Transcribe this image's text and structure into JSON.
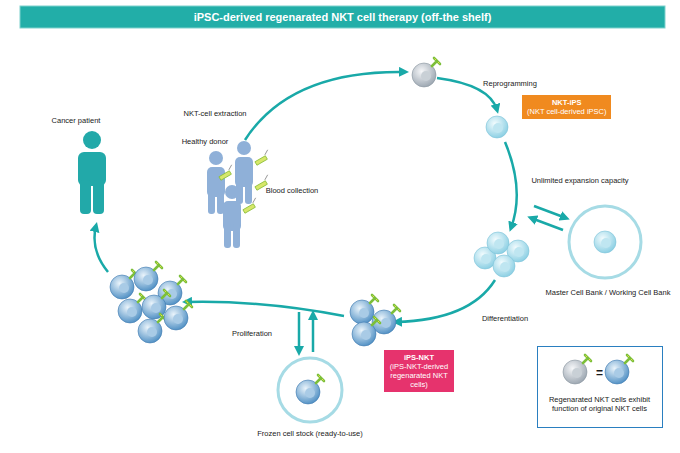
{
  "diagram": {
    "title": "iPSC-derived regenarated NKT cell therapy (off-the shelf)",
    "nodes": [
      {
        "text": [
          "NKT-iPS",
          "(NKT cell-derived iPSC)"
        ]
      },
      {
        "text": [
          "Master Cell Bank / Working Cell Bank"
        ]
      },
      {
        "text": [
          "iPS-NKT",
          "(iPS-NKT-derived regenarated NKT cells)"
        ]
      },
      {
        "text": [
          "Frozen cell stock (ready-to-use)"
        ]
      },
      {
        "text": [
          "=",
          "Regenarated NKT cells exhibit function of original NKT cells"
        ]
      }
    ],
    "labels": [
      "Cancer patient",
      "NKT-cell extraction",
      "Healthy donor",
      "Blood collection",
      "Reprogramming",
      "Unlimited expansion capacity",
      "Differentiation",
      "Proliferation"
    ]
  }
}
